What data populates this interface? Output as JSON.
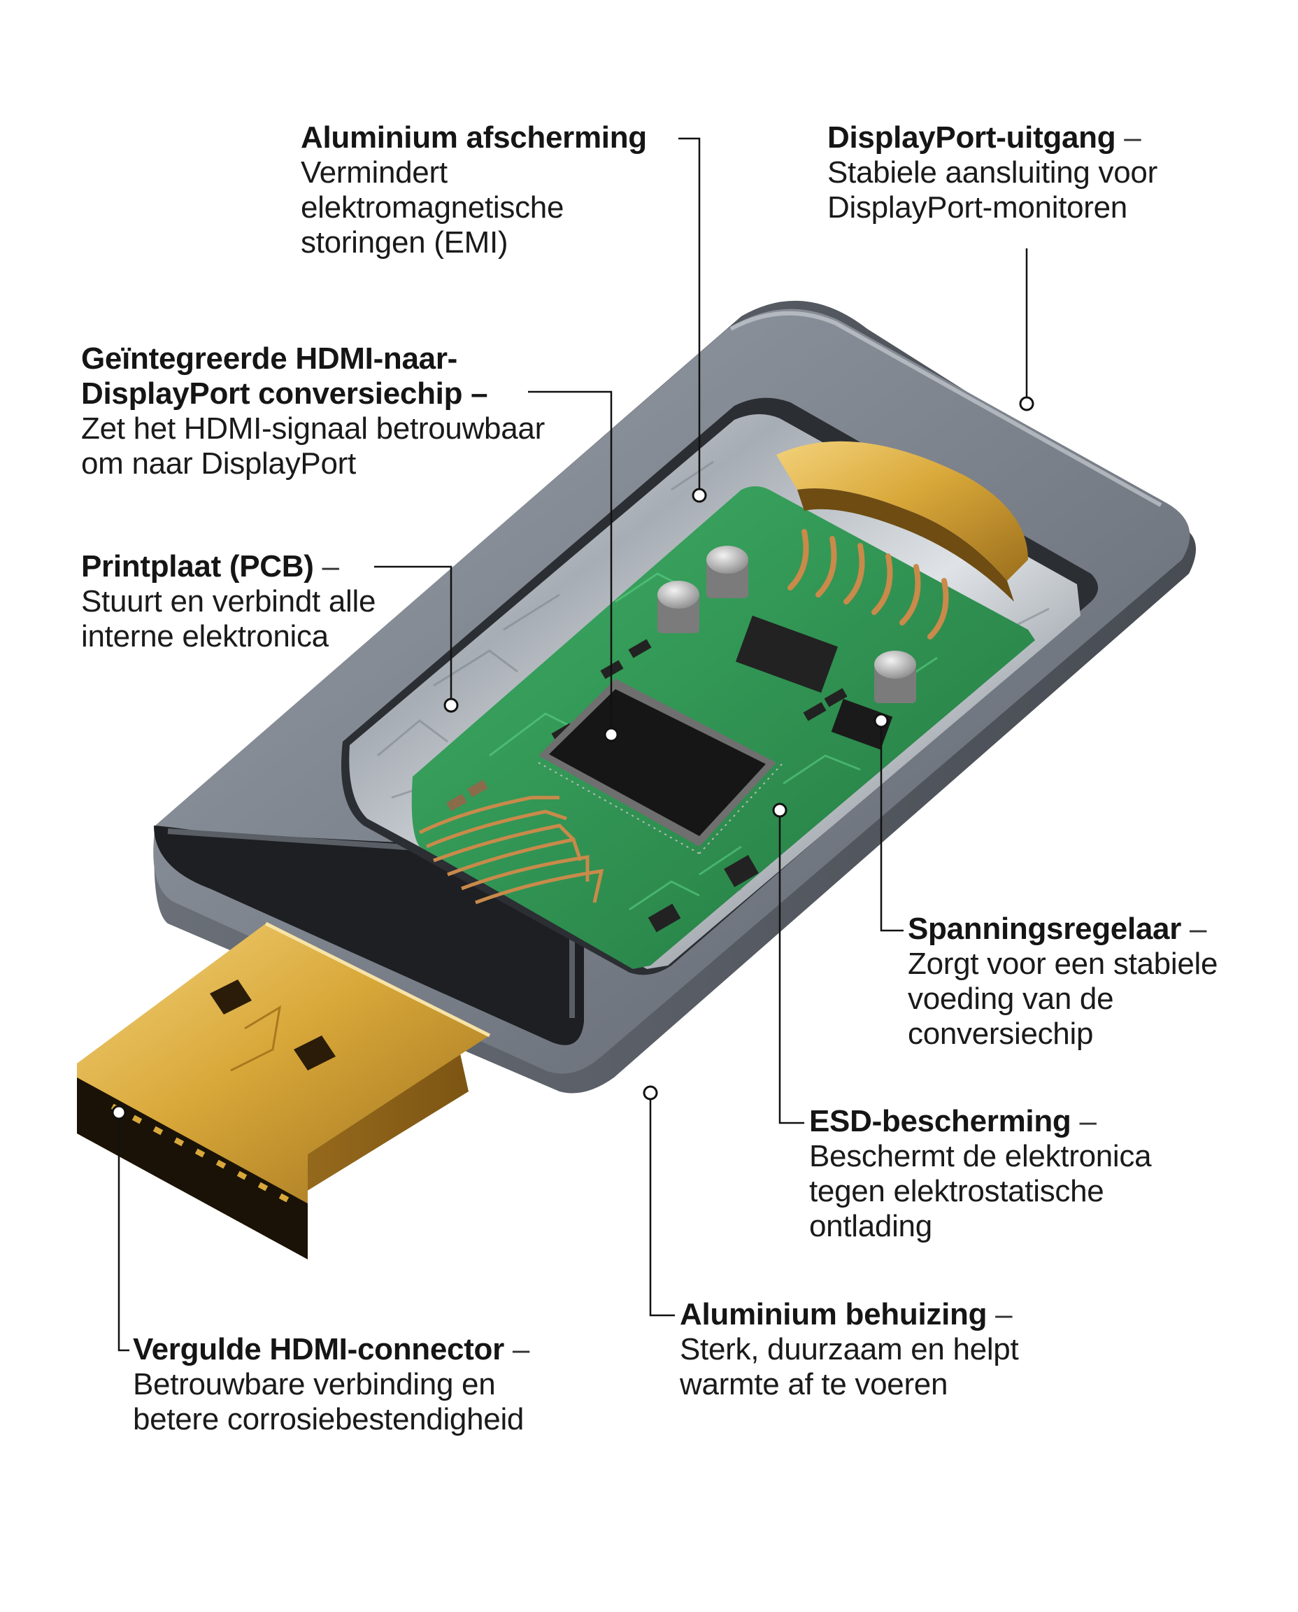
{
  "colors": {
    "housing": "#7a7f88",
    "housing_dark": "#3c4048",
    "gold": "#d9a83a",
    "pcb": "#2f9a55",
    "leader": "#111111"
  },
  "callouts": {
    "aluminium_shielding": {
      "title": "Aluminium afscherming",
      "dash": "–",
      "desc": "Vermindert\nelektromagnetische\nstoringen (EMI)"
    },
    "displayport_output": {
      "title": "DisplayPort-uitgang",
      "dash": "–",
      "desc": "Stabiele aansluiting voor\nDisplayPort-monitoren"
    },
    "conversion_chip": {
      "title_line1": "Geïntegreerde HDMI-naar-",
      "title_line2": "DisplayPort conversiechip",
      "dash": "–",
      "desc": "Zet het HDMI-signaal betrouwbaar\nom naar DisplayPort"
    },
    "pcb": {
      "title": "Printplaat (PCB)",
      "dash": "–",
      "desc": "Stuurt en verbindt alle\ninterne elektronica"
    },
    "voltage_regulator": {
      "title": "Spanningsregelaar",
      "dash": "–",
      "desc": "Zorgt voor een stabiele\nvoeding van de\nconversiechip"
    },
    "esd_protection": {
      "title": "ESD-bescherming",
      "dash": "–",
      "desc": "Beschermt de elektronica\ntegen elektrostatische\nontlading"
    },
    "aluminium_housing": {
      "title": "Aluminium behuizing",
      "dash": "–",
      "desc": "Sterk, duurzaam en helpt\nwarmte af te voeren"
    },
    "gold_hdmi_connector": {
      "title": "Vergulde HDMI-connector",
      "dash": "–",
      "desc": "Betrouwbare verbinding en\nbetere corrosiebestendigheid"
    }
  }
}
